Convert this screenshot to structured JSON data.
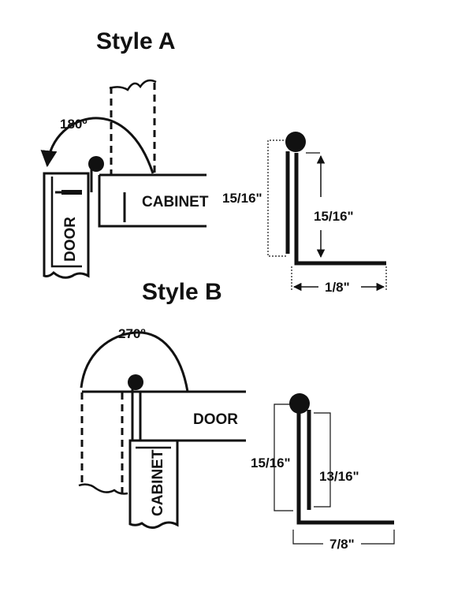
{
  "style_a": {
    "heading": "Style A",
    "angle": "180º",
    "door_label": "DOOR",
    "cabinet_label": "CABINET",
    "dim_height_left": "15/16\"",
    "dim_height_right": "15/16\"",
    "dim_width": "1/8\""
  },
  "style_b": {
    "heading": "Style B",
    "angle": "270º",
    "door_label": "DOOR",
    "cabinet_label": "CABINET",
    "dim_height_left": "15/16\"",
    "dim_height_right": "13/16\"",
    "dim_width": "7/8\""
  }
}
